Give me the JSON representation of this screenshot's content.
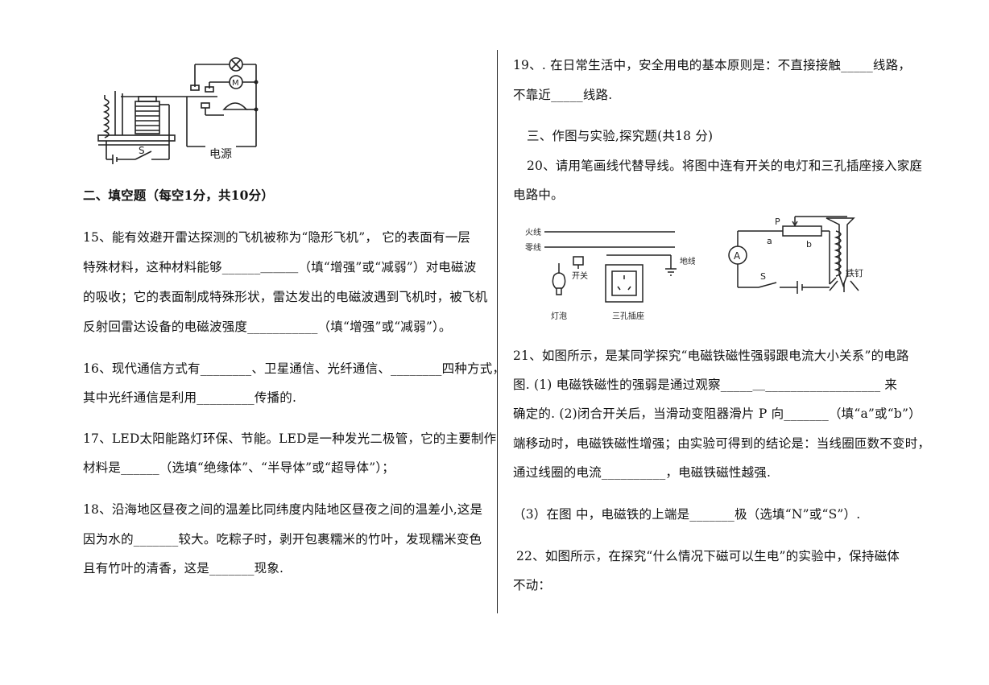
{
  "left": {
    "section_title": "二、填空题（每空1分，共10分）",
    "diagram_label": "电源",
    "switch_label": "S",
    "motor_label": "M",
    "q15": [
      "15、能有效避开雷达探测的飞机被称为“隐形飞机”，  它的表面有一层",
      "特殊材料，这种材料能够______＿＿＿（填“增强”或“减弱”）对电磁波",
      "的吸收；它的表面制成特殊形状，雷达发出的电磁波遇到飞机时，被飞机",
      "反射回雷达设备的电磁波强度___________（填“增强”或“减弱”）。"
    ],
    "q16": [
      "16、现代通信方式有________、卫星通信、光纤通信、________四种方式，",
      "其中光纤通信是利用_________传播的."
    ],
    "q17": [
      "17、LED太阳能路灯环保、节能。LED是一种发光二极管，它的主要制作",
      "材料是______（选填“绝缘体”、“半导体”或“超导体”）；"
    ],
    "q18": [
      "18、沿海地区昼夜之间的温差比同纬度内陆地区昼夜之间的温差小,这是",
      "因为水的_______较大。吃粽子时，剥开包裹糯米的竹叶，发现糯米变色",
      "且有竹叶的清香，这是_______现象."
    ]
  },
  "right": {
    "q19": [
      "19、. 在日常生活中，安全用电的基本原则是：不直接接触_____线路，",
      "不靠近_____线路."
    ],
    "section_title": "三、作图与实验,探究题(共18 分)",
    "q20": [
      "20、请用笔画线代替导线。将图中连有开关的电灯和三孔插座接入家庭",
      "电路中。"
    ],
    "fig_left": {
      "live": "火线",
      "neutral": "零线",
      "ground": "地线",
      "switch": "开关",
      "bulb": "灯泡",
      "socket": "三孔插座"
    },
    "fig_right": {
      "p": "P",
      "a": "a",
      "b": "b",
      "ammeter": "A",
      "s": "S",
      "nail": "铁钉"
    },
    "q21": [
      "21、如图所示，是某同学探究“电磁铁磁性强弱跟电流大小关系”的电路",
      "图. (1) 电磁铁磁性的强弱是通过观察_____＿__________________  来",
      "确定的. (2)闭合开关后，当滑动变阻器滑片 P 向_______（填“a”或“b”）",
      "端移动时，电磁铁磁性增强；由实验可得到的结论是：当线圈匝数不变时，",
      "通过线圈的电流__________，电磁铁磁性越强.",
      "（3）在图 中，电磁铁的上端是_______极（选填“N”或“S”）."
    ],
    "q22": [
      "22、如图所示，在探究“什么情况下磁可以生电”的实验中，保持磁体",
      "不动："
    ]
  }
}
